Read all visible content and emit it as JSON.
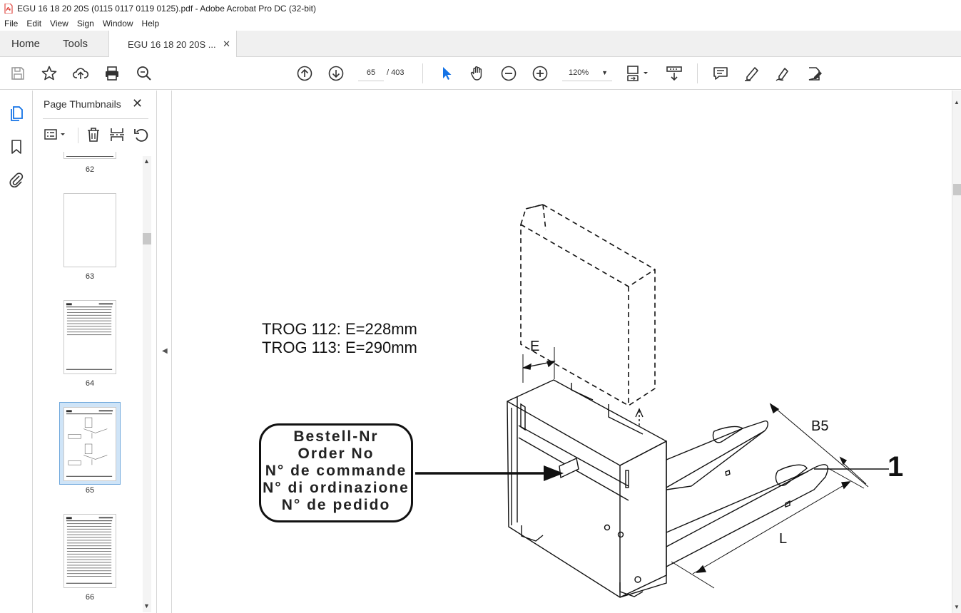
{
  "window": {
    "title": "EGU 16 18 20 20S (0115 0117 0119 0125).pdf - Adobe Acrobat Pro DC (32-bit)"
  },
  "menu": [
    "File",
    "Edit",
    "View",
    "Sign",
    "Window",
    "Help"
  ],
  "tabs": {
    "home": "Home",
    "tools": "Tools",
    "document": "EGU 16 18 20 20S ..."
  },
  "toolbar": {
    "current_page": "65",
    "page_total": "/ 403",
    "zoom": "120%"
  },
  "thumbnails_panel": {
    "title": "Page Thumbnails",
    "pages": [
      {
        "label": "62"
      },
      {
        "label": "63"
      },
      {
        "label": "64"
      },
      {
        "label": "65",
        "selected": true
      },
      {
        "label": "66"
      }
    ]
  },
  "document": {
    "trog_line1": "TROG 112: E=228mm",
    "trog_line2": "TROG 113: E=290mm",
    "callout": [
      "Bestell-Nr",
      "Order No",
      "N° de commande",
      "N° di ordinazione",
      "N° de pedido"
    ],
    "dimension_e": "E",
    "dimension_b5": "B5",
    "dimension_l": "L",
    "item_number": "1"
  },
  "colors": {
    "accent_blue": "#1473e6",
    "selection": "#cfe4f7",
    "pdf_red": "#d9251c"
  }
}
